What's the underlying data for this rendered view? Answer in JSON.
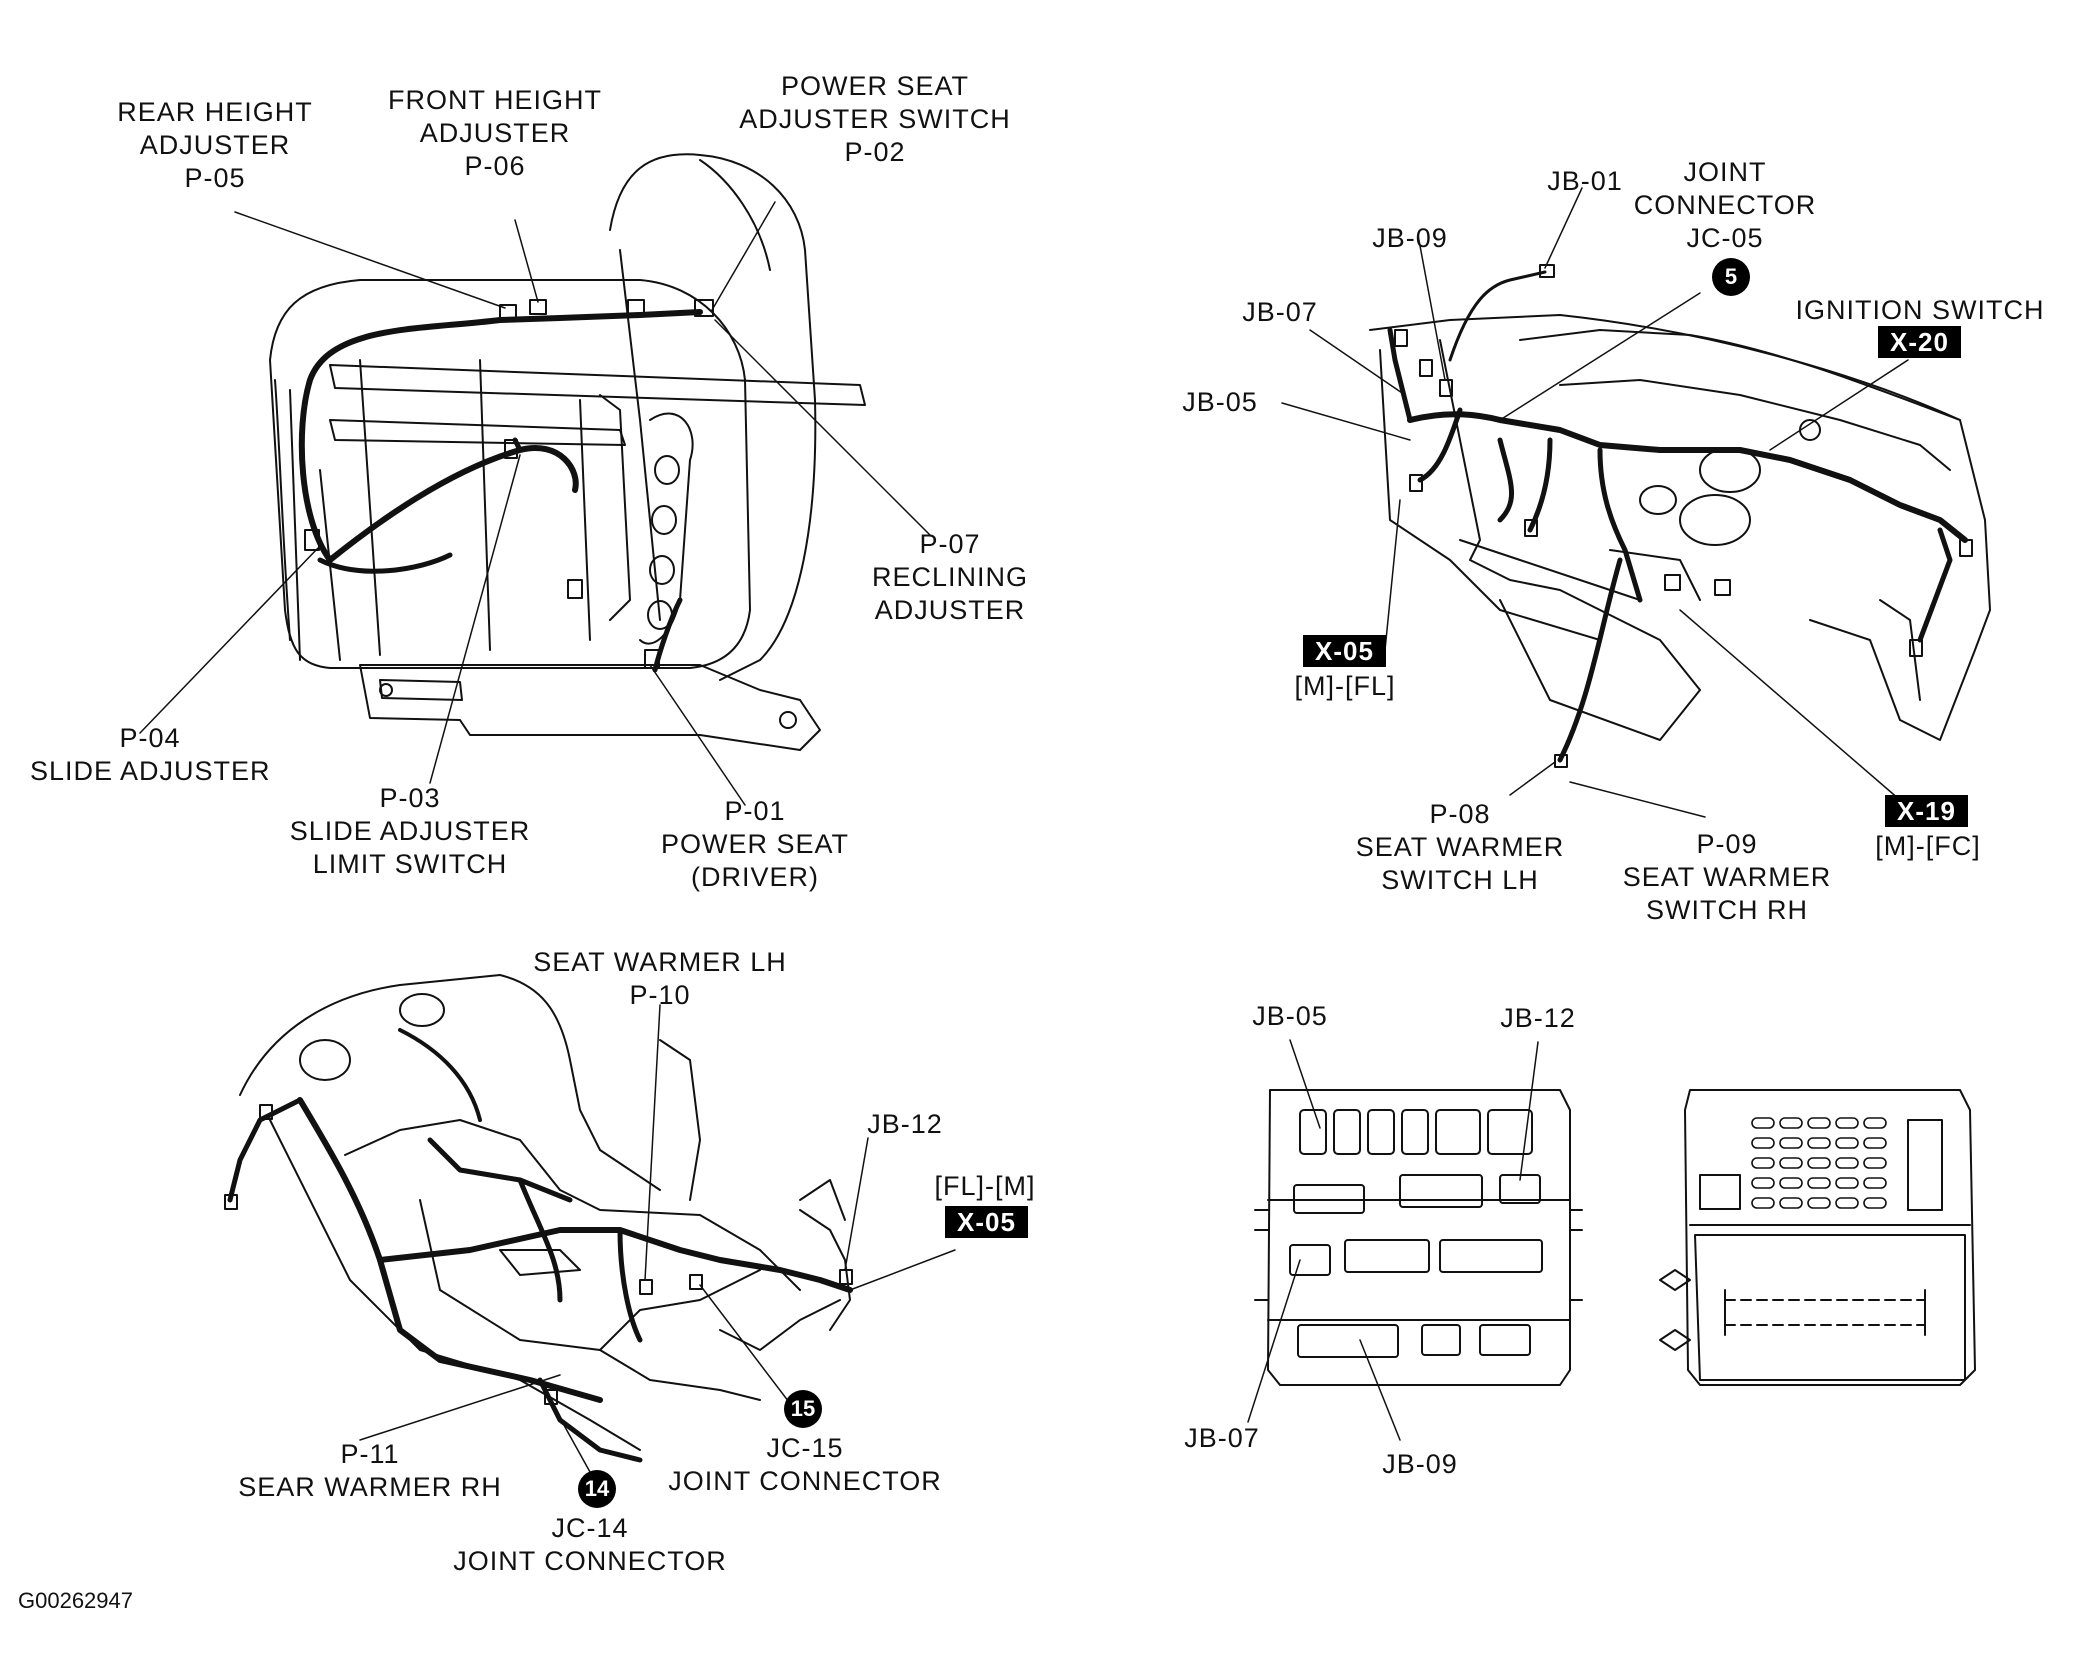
{
  "seat": {
    "rear_height": [
      "REAR HEIGHT",
      "ADJUSTER",
      "P-05"
    ],
    "front_height": [
      "FRONT HEIGHT",
      "ADJUSTER",
      "P-06"
    ],
    "power_seat_switch": [
      "POWER SEAT",
      "ADJUSTER SWITCH",
      "P-02"
    ],
    "reclining": [
      "P-07",
      "RECLINING",
      "ADJUSTER"
    ],
    "slide": [
      "P-04",
      "SLIDE ADJUSTER"
    ],
    "slide_limit": [
      "P-03",
      "SLIDE ADJUSTER",
      "LIMIT SWITCH"
    ],
    "power_seat_driver": [
      "P-01",
      "POWER SEAT",
      "(DRIVER)"
    ]
  },
  "dash": {
    "jb01": "JB-01",
    "joint_connector": [
      "JOINT",
      "CONNECTOR",
      "JC-05"
    ],
    "jc05_marker": "5",
    "jb09": "JB-09",
    "jb07": "JB-07",
    "ignition_switch": "IGNITION SWITCH",
    "x20": "X-20",
    "jb05": "JB-05",
    "x05_tag": "X-05",
    "x05_sub": "[M]-[FL]",
    "x19_tag": "X-19",
    "x19_sub": "[M]-[FC]",
    "seat_warmer_lh_switch": [
      "P-08",
      "SEAT WARMER",
      "SWITCH LH"
    ],
    "seat_warmer_rh_switch": [
      "P-09",
      "SEAT WARMER",
      "SWITCH RH"
    ]
  },
  "floor": {
    "seat_warmer_lh": [
      "SEAT WARMER LH",
      "P-10"
    ],
    "jb12": "JB-12",
    "fl_m": "[FL]-[M]",
    "x05_tag": "X-05",
    "jc15_marker": "15",
    "jc15": [
      "JC-15",
      "JOINT CONNECTOR"
    ],
    "p11": [
      "P-11",
      "SEAR WARMER RH"
    ],
    "jc14_marker": "14",
    "jc14": [
      "JC-14",
      "JOINT CONNECTOR"
    ]
  },
  "junction_box": {
    "jb05": "JB-05",
    "jb12": "JB-12",
    "jb07": "JB-07",
    "jb09": "JB-09"
  },
  "figure_id": "G00262947"
}
